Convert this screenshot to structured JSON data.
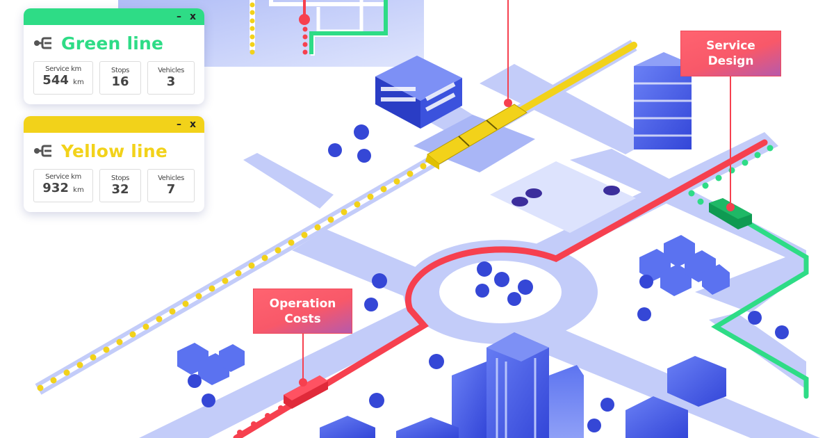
{
  "illustration": {
    "description": "Isometric city transit map with tram, bus routes and buildings",
    "colors": {
      "green_line": "#2edc86",
      "yellow_line": "#f2d21a",
      "red_line": "#f6404f",
      "road": "#c3ccf9",
      "building": "#4a62ea",
      "callout": "#fb5e6c"
    }
  },
  "cards": [
    {
      "name": "Green line",
      "color": "#2edc86",
      "icon": "plug-icon",
      "minimize_label": "–",
      "close_label": "x",
      "stats": [
        {
          "label": "Service km",
          "value": "544",
          "unit": "km"
        },
        {
          "label": "Stops",
          "value": "16",
          "unit": ""
        },
        {
          "label": "Vehicles",
          "value": "3",
          "unit": ""
        }
      ]
    },
    {
      "name": "Yellow line",
      "color": "#f2d21a",
      "icon": "plug-icon",
      "minimize_label": "–",
      "close_label": "x",
      "stats": [
        {
          "label": "Service km",
          "value": "932",
          "unit": "km"
        },
        {
          "label": "Stops",
          "value": "32",
          "unit": ""
        },
        {
          "label": "Vehicles",
          "value": "7",
          "unit": ""
        }
      ]
    }
  ],
  "callouts": [
    {
      "line1": "Service",
      "line2": "Design"
    },
    {
      "line1": "Operation",
      "line2": "Costs"
    }
  ]
}
